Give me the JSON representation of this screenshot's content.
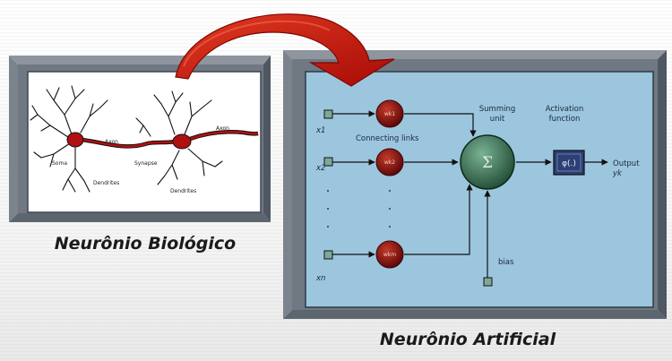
{
  "captions": {
    "biological": "Neurônio Biológico",
    "artificial": "Neurônio Artificial"
  },
  "bio_labels": {
    "axon_1": "Axon",
    "axon_2": "Axon",
    "soma": "Soma",
    "synapse": "Synapse",
    "dendrites_1": "Dendrites",
    "dendrites_2": "Dendrites"
  },
  "artificial": {
    "inputs": [
      "x1",
      "x2",
      "xn"
    ],
    "weights": [
      "wk1",
      "wk2",
      "wkm"
    ],
    "connecting_links": "Connecting links",
    "summing_unit": [
      "Summing",
      "unit"
    ],
    "sum_symbol": "Σ",
    "activation_function": [
      "Activation",
      "function"
    ],
    "activation_symbol": "φ(.)",
    "output": [
      "Output",
      "yk"
    ],
    "bias": "bias"
  },
  "colors": {
    "arrow": "#c8140a",
    "frame": "#6f7883",
    "panel": "#9cc6de",
    "neuron_body": "#b01010",
    "weight_node": "#8a0e0e",
    "summing_node": "#2e6a4a",
    "activation_box": "#2d3f74"
  }
}
